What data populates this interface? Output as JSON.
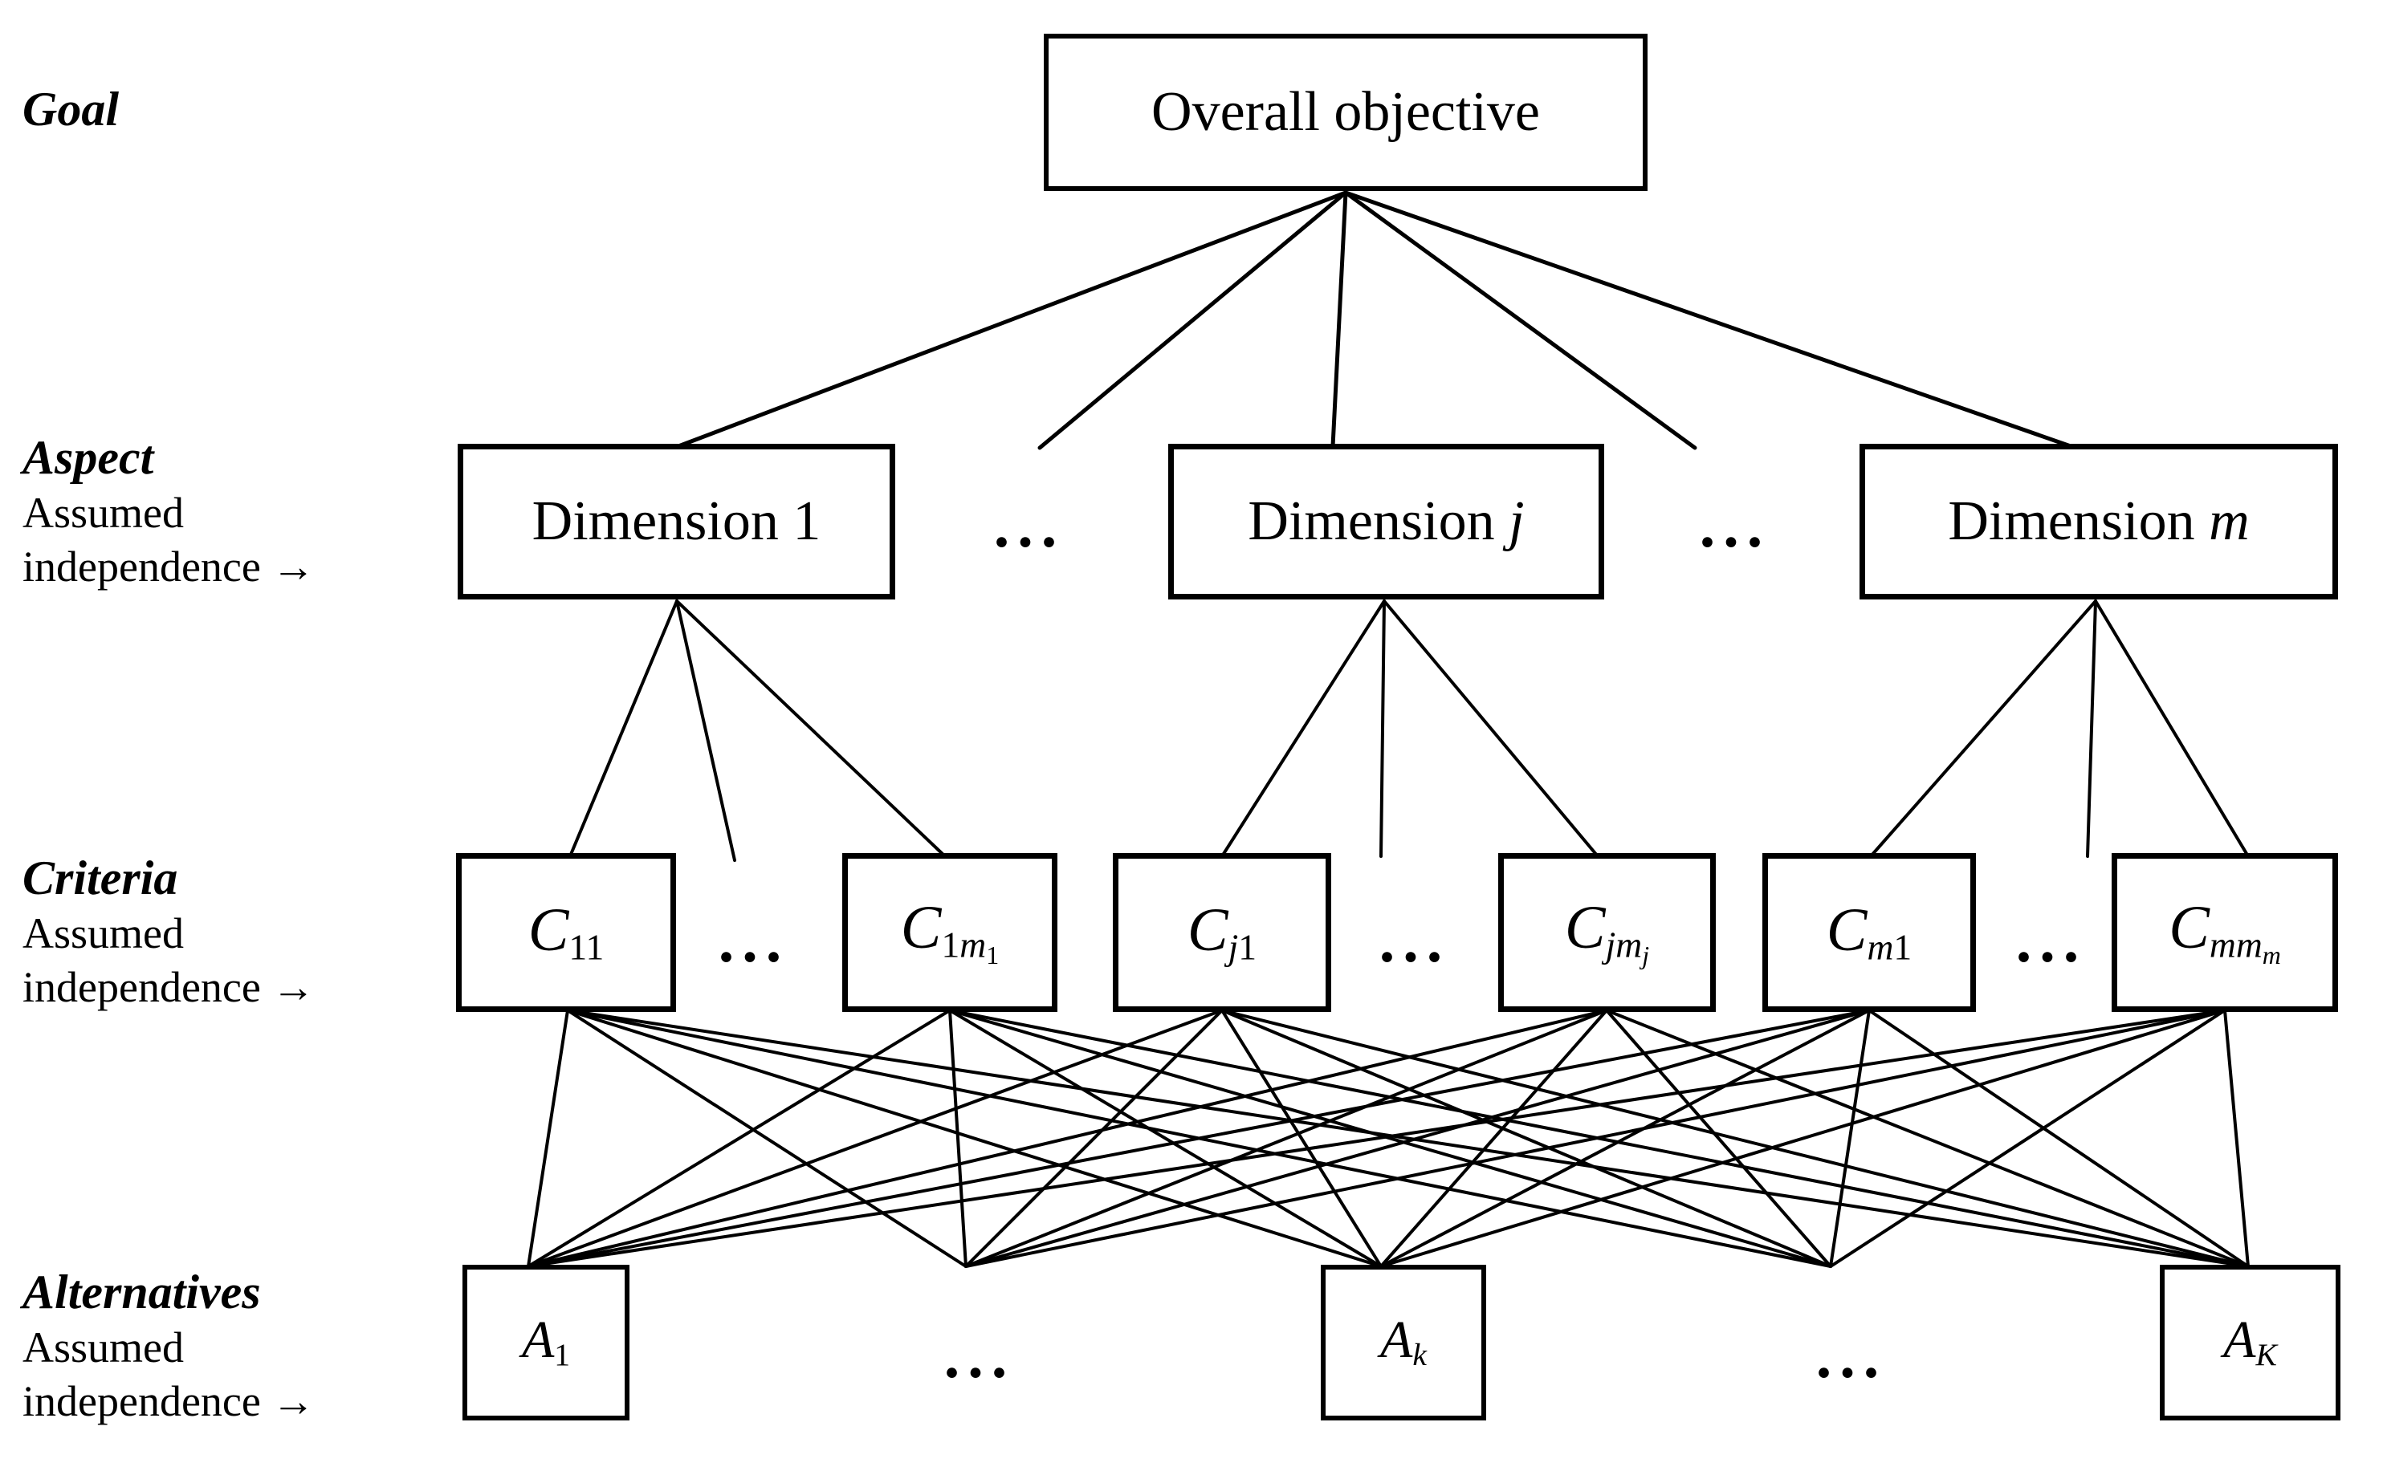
{
  "figure": {
    "background_color": "#ffffff",
    "ink_color": "#000000"
  },
  "row_labels": [
    {
      "id": "goal",
      "heading": "Goal",
      "lines": []
    },
    {
      "id": "aspect",
      "heading": "Aspect",
      "lines": [
        "Assumed",
        "independence →"
      ]
    },
    {
      "id": "criteria",
      "heading": "Criteria",
      "lines": [
        "Assumed",
        "independence →"
      ]
    },
    {
      "id": "alternatives",
      "heading": "Alternatives",
      "lines": [
        "Assumed",
        "independence →"
      ]
    }
  ],
  "nodes": [
    {
      "id": "goal",
      "level": "goal",
      "label_plain": "Overall objective",
      "segments": [
        {
          "t": "Overall objective",
          "i": false,
          "s": 0
        }
      ]
    },
    {
      "id": "dim1",
      "level": "aspect",
      "label_plain": "Dimension 1",
      "segments": [
        {
          "t": "Dimension 1",
          "i": false,
          "s": 0
        }
      ]
    },
    {
      "id": "dimj",
      "level": "aspect",
      "label_plain": "Dimension j",
      "segments": [
        {
          "t": "Dimension ",
          "i": false,
          "s": 0
        },
        {
          "t": "j",
          "i": true,
          "s": 0
        }
      ]
    },
    {
      "id": "dimm",
      "level": "aspect",
      "label_plain": "Dimension m",
      "segments": [
        {
          "t": "Dimension ",
          "i": false,
          "s": 0
        },
        {
          "t": "m",
          "i": true,
          "s": 0
        }
      ]
    },
    {
      "id": "c11",
      "level": "criteria",
      "label_plain": "C11",
      "segments": [
        {
          "t": "C",
          "i": true,
          "s": 0
        },
        {
          "t": "11",
          "i": false,
          "s": 1
        }
      ]
    },
    {
      "id": "c1m1",
      "level": "criteria",
      "label_plain": "C1m1",
      "segments": [
        {
          "t": "C",
          "i": true,
          "s": 0
        },
        {
          "t": "1",
          "i": false,
          "s": 1
        },
        {
          "t": "m",
          "i": true,
          "s": 1
        },
        {
          "t": "1",
          "i": false,
          "s": 2
        }
      ]
    },
    {
      "id": "cj1",
      "level": "criteria",
      "label_plain": "Cj1",
      "segments": [
        {
          "t": "C",
          "i": true,
          "s": 0
        },
        {
          "t": "j",
          "i": true,
          "s": 1
        },
        {
          "t": "1",
          "i": false,
          "s": 1
        }
      ]
    },
    {
      "id": "cjmj",
      "level": "criteria",
      "label_plain": "Cjmj",
      "segments": [
        {
          "t": "C",
          "i": true,
          "s": 0
        },
        {
          "t": "jm",
          "i": true,
          "s": 1
        },
        {
          "t": "j",
          "i": true,
          "s": 2
        }
      ]
    },
    {
      "id": "cm1",
      "level": "criteria",
      "label_plain": "Cm1",
      "segments": [
        {
          "t": "C",
          "i": true,
          "s": 0
        },
        {
          "t": "m",
          "i": true,
          "s": 1
        },
        {
          "t": "1",
          "i": false,
          "s": 1
        }
      ]
    },
    {
      "id": "cmmm",
      "level": "criteria",
      "label_plain": "Cmmm",
      "segments": [
        {
          "t": "C",
          "i": true,
          "s": 0
        },
        {
          "t": "mm",
          "i": true,
          "s": 1
        },
        {
          "t": "m",
          "i": true,
          "s": 2
        }
      ]
    },
    {
      "id": "a1",
      "level": "alternative",
      "label_plain": "A1",
      "segments": [
        {
          "t": "A",
          "i": true,
          "s": 0
        },
        {
          "t": "1",
          "i": false,
          "s": 1
        }
      ]
    },
    {
      "id": "ak",
      "level": "alternative",
      "label_plain": "Ak",
      "segments": [
        {
          "t": "A",
          "i": true,
          "s": 0
        },
        {
          "t": "k",
          "i": true,
          "s": 1
        }
      ]
    },
    {
      "id": "aK",
      "level": "alternative",
      "label_plain": "AK",
      "segments": [
        {
          "t": "A",
          "i": true,
          "s": 0
        },
        {
          "t": "K",
          "i": true,
          "s": 1
        }
      ]
    }
  ],
  "dots": [
    {
      "id": "dots-dim-1",
      "label": "..."
    },
    {
      "id": "dots-dim-2",
      "label": "..."
    },
    {
      "id": "dots-cr-1",
      "label": "..."
    },
    {
      "id": "dots-cr-2",
      "label": "..."
    },
    {
      "id": "dots-cr-3",
      "label": "..."
    },
    {
      "id": "dots-alt-1",
      "label": "..."
    },
    {
      "id": "dots-alt-2",
      "label": "..."
    }
  ],
  "edges": [
    {
      "from": "goal-bottom",
      "to": "dim1-top",
      "group": "goal-aspect"
    },
    {
      "from": "goal-bottom",
      "to": "dim-gap-left",
      "group": "goal-aspect"
    },
    {
      "from": "goal-bottom",
      "to": "dimj-top",
      "group": "goal-aspect"
    },
    {
      "from": "goal-bottom",
      "to": "dim-gap-right",
      "group": "goal-aspect"
    },
    {
      "from": "goal-bottom",
      "to": "dimm-top",
      "group": "goal-aspect"
    },
    {
      "from": "dim1-bottom",
      "to": "c11-top",
      "group": "aspect-criteria"
    },
    {
      "from": "dim1-bottom",
      "to": "cr-gap-1",
      "group": "aspect-criteria"
    },
    {
      "from": "dim1-bottom",
      "to": "c1m1-top",
      "group": "aspect-criteria"
    },
    {
      "from": "dimj-bottom",
      "to": "cj1-top",
      "group": "aspect-criteria"
    },
    {
      "from": "dimj-bottom",
      "to": "cr-gap-2",
      "group": "aspect-criteria"
    },
    {
      "from": "dimj-bottom",
      "to": "cjmj-top",
      "group": "aspect-criteria"
    },
    {
      "from": "dimm-bottom",
      "to": "cm1-top",
      "group": "aspect-criteria"
    },
    {
      "from": "dimm-bottom",
      "to": "cr-gap-3",
      "group": "aspect-criteria"
    },
    {
      "from": "dimm-bottom",
      "to": "cmmm-top",
      "group": "aspect-criteria"
    },
    {
      "from": "c11-bottom",
      "to": "a1-top",
      "group": "criteria-alternative"
    },
    {
      "from": "c11-bottom",
      "to": "alt-gap-left",
      "group": "criteria-alternative"
    },
    {
      "from": "c11-bottom",
      "to": "ak-top",
      "group": "criteria-alternative"
    },
    {
      "from": "c11-bottom",
      "to": "alt-gap-right",
      "group": "criteria-alternative"
    },
    {
      "from": "c11-bottom",
      "to": "aK-top",
      "group": "criteria-alternative"
    },
    {
      "from": "c1m1-bottom",
      "to": "a1-top",
      "group": "criteria-alternative"
    },
    {
      "from": "c1m1-bottom",
      "to": "alt-gap-left",
      "group": "criteria-alternative"
    },
    {
      "from": "c1m1-bottom",
      "to": "ak-top",
      "group": "criteria-alternative"
    },
    {
      "from": "c1m1-bottom",
      "to": "alt-gap-right",
      "group": "criteria-alternative"
    },
    {
      "from": "c1m1-bottom",
      "to": "aK-top",
      "group": "criteria-alternative"
    },
    {
      "from": "cj1-bottom",
      "to": "a1-top",
      "group": "criteria-alternative"
    },
    {
      "from": "cj1-bottom",
      "to": "alt-gap-left",
      "group": "criteria-alternative"
    },
    {
      "from": "cj1-bottom",
      "to": "ak-top",
      "group": "criteria-alternative"
    },
    {
      "from": "cj1-bottom",
      "to": "alt-gap-right",
      "group": "criteria-alternative"
    },
    {
      "from": "cj1-bottom",
      "to": "aK-top",
      "group": "criteria-alternative"
    },
    {
      "from": "cjmj-bottom",
      "to": "a1-top",
      "group": "criteria-alternative"
    },
    {
      "from": "cjmj-bottom",
      "to": "alt-gap-left",
      "group": "criteria-alternative"
    },
    {
      "from": "cjmj-bottom",
      "to": "ak-top",
      "group": "criteria-alternative"
    },
    {
      "from": "cjmj-bottom",
      "to": "alt-gap-right",
      "group": "criteria-alternative"
    },
    {
      "from": "cjmj-bottom",
      "to": "aK-top",
      "group": "criteria-alternative"
    },
    {
      "from": "cm1-bottom",
      "to": "a1-top",
      "group": "criteria-alternative"
    },
    {
      "from": "cm1-bottom",
      "to": "alt-gap-left",
      "group": "criteria-alternative"
    },
    {
      "from": "cm1-bottom",
      "to": "ak-top",
      "group": "criteria-alternative"
    },
    {
      "from": "cm1-bottom",
      "to": "alt-gap-right",
      "group": "criteria-alternative"
    },
    {
      "from": "cm1-bottom",
      "to": "aK-top",
      "group": "criteria-alternative"
    },
    {
      "from": "cmmm-bottom",
      "to": "a1-top",
      "group": "criteria-alternative"
    },
    {
      "from": "cmmm-bottom",
      "to": "alt-gap-left",
      "group": "criteria-alternative"
    },
    {
      "from": "cmmm-bottom",
      "to": "ak-top",
      "group": "criteria-alternative"
    },
    {
      "from": "cmmm-bottom",
      "to": "alt-gap-right",
      "group": "criteria-alternative"
    },
    {
      "from": "cmmm-bottom",
      "to": "aK-top",
      "group": "criteria-alternative"
    }
  ]
}
